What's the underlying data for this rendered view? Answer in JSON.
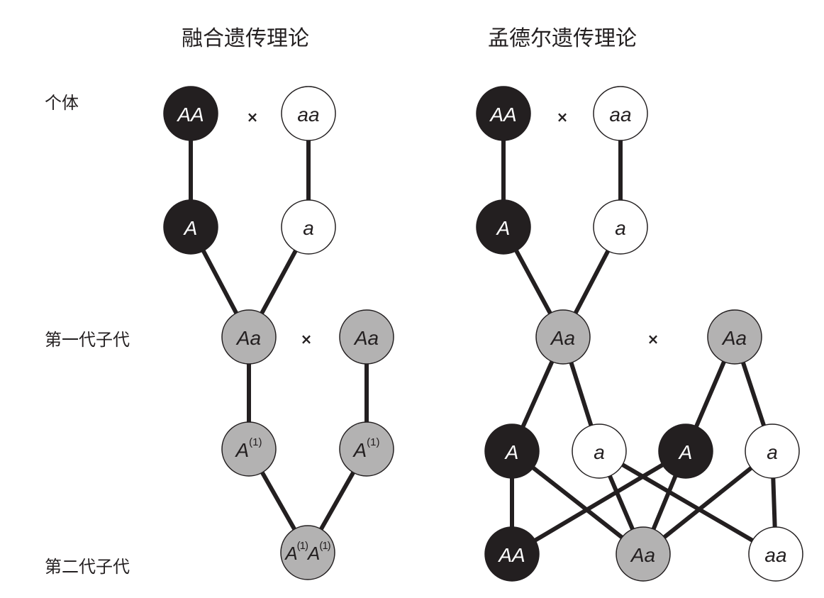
{
  "titles": {
    "blending": "融合遗传理论",
    "mendelian": "孟德尔遗传理论"
  },
  "row_labels": {
    "individual": "个体",
    "f1": "第一代子代",
    "f2": "第二代子代"
  },
  "cross_symbol": "×",
  "colors": {
    "dominant": "#231f20",
    "recessive": "#ffffff",
    "heterozygous": "#b3b2b2",
    "line": "#231f20"
  },
  "blending": {
    "nodes": [
      {
        "id": "b-p1",
        "label": "AA",
        "type": "dominant"
      },
      {
        "id": "b-p2",
        "label": "aa",
        "type": "recessive"
      },
      {
        "id": "b-g1",
        "label": "A",
        "type": "dominant"
      },
      {
        "id": "b-g2",
        "label": "a",
        "type": "recessive"
      },
      {
        "id": "b-f1a",
        "label": "Aa",
        "type": "heterozygous"
      },
      {
        "id": "b-f1b",
        "label": "Aa",
        "type": "heterozygous"
      },
      {
        "id": "b-g3",
        "label": "A",
        "sup": "(1)",
        "type": "heterozygous"
      },
      {
        "id": "b-g4",
        "label": "A",
        "sup": "(1)",
        "type": "heterozygous"
      },
      {
        "id": "b-f2",
        "label": "A(1)A(1)",
        "parts": [
          {
            "t": "A",
            "s": "(1)"
          },
          {
            "t": "A",
            "s": "(1)"
          }
        ],
        "type": "heterozygous"
      }
    ],
    "edges": [
      [
        "b-p1",
        "b-g1"
      ],
      [
        "b-p2",
        "b-g2"
      ],
      [
        "b-g1",
        "b-f1a"
      ],
      [
        "b-g2",
        "b-f1a"
      ],
      [
        "b-f1a",
        "b-g3"
      ],
      [
        "b-f1b",
        "b-g4"
      ],
      [
        "b-g3",
        "b-f2"
      ],
      [
        "b-g4",
        "b-f2"
      ]
    ]
  },
  "mendelian": {
    "nodes": [
      {
        "id": "m-p1",
        "label": "AA",
        "type": "dominant"
      },
      {
        "id": "m-p2",
        "label": "aa",
        "type": "recessive"
      },
      {
        "id": "m-g1",
        "label": "A",
        "type": "dominant"
      },
      {
        "id": "m-g2",
        "label": "a",
        "type": "recessive"
      },
      {
        "id": "m-f1a",
        "label": "Aa",
        "type": "heterozygous"
      },
      {
        "id": "m-f1b",
        "label": "Aa",
        "type": "heterozygous"
      },
      {
        "id": "m-g3",
        "label": "A",
        "type": "dominant"
      },
      {
        "id": "m-g4",
        "label": "a",
        "type": "recessive"
      },
      {
        "id": "m-g5",
        "label": "A",
        "type": "dominant"
      },
      {
        "id": "m-g6",
        "label": "a",
        "type": "recessive"
      },
      {
        "id": "m-f2a",
        "label": "AA",
        "type": "dominant"
      },
      {
        "id": "m-f2b",
        "label": "Aa",
        "type": "heterozygous"
      },
      {
        "id": "m-f2c",
        "label": "aa",
        "type": "recessive"
      }
    ],
    "edges": [
      [
        "m-p1",
        "m-g1"
      ],
      [
        "m-p2",
        "m-g2"
      ],
      [
        "m-g1",
        "m-f1a"
      ],
      [
        "m-g2",
        "m-f1a"
      ],
      [
        "m-f1a",
        "m-g3"
      ],
      [
        "m-f1a",
        "m-g4"
      ],
      [
        "m-f1b",
        "m-g5"
      ],
      [
        "m-f1b",
        "m-g6"
      ],
      [
        "m-g3",
        "m-f2a"
      ],
      [
        "m-g3",
        "m-f2b"
      ],
      [
        "m-g4",
        "m-f2b"
      ],
      [
        "m-g4",
        "m-f2c"
      ],
      [
        "m-g5",
        "m-f2a"
      ],
      [
        "m-g5",
        "m-f2b"
      ],
      [
        "m-g6",
        "m-f2b"
      ],
      [
        "m-g6",
        "m-f2c"
      ]
    ]
  }
}
